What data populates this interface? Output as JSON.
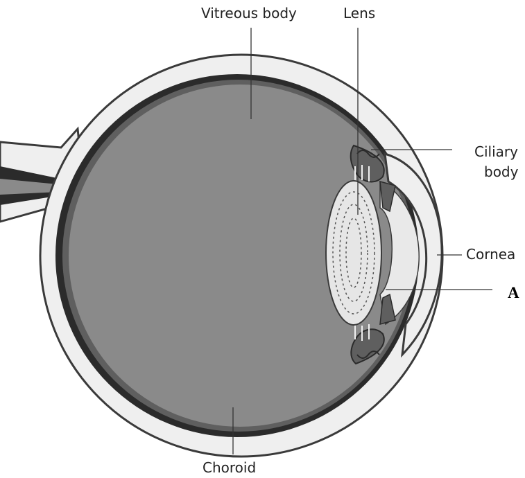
{
  "diagram": {
    "labels": {
      "vitreous_body": "Vitreous body",
      "lens": "Lens",
      "ciliary_body_line1": "Ciliary",
      "ciliary_body_line2": "body",
      "cornea": "Cornea",
      "point_a": "A",
      "choroid": "Choroid"
    },
    "colors": {
      "sclera": "#efefef",
      "outline": "#3a3a3a",
      "choroid": "#2b2b2b",
      "vitreous": "#8a8a8a",
      "lens": "#e6e6e6",
      "aqueous": "#e9e9e9",
      "background": "#ffffff"
    }
  }
}
